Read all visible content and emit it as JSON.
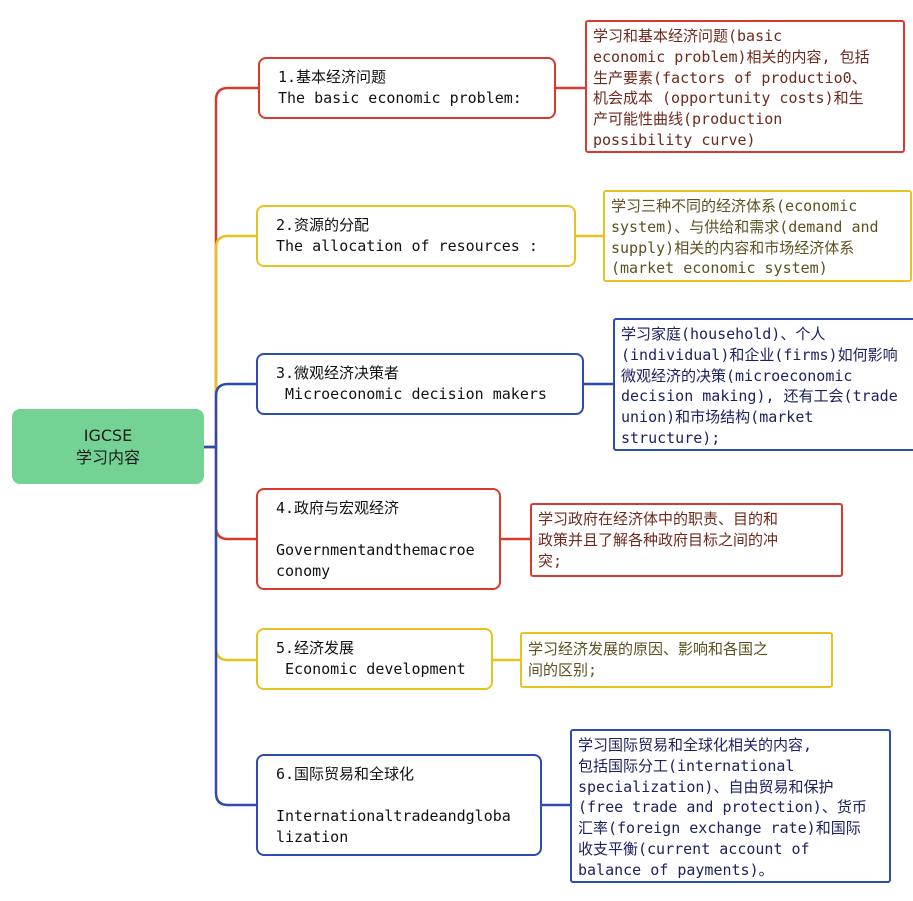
{
  "colors": {
    "root_fill": "#74d394",
    "red": "#d93a2f",
    "yellow": "#e8c21e",
    "blue": "#2c4bb3",
    "red_text": "#6e2a1c",
    "yellow_text": "#5e5020",
    "blue_text": "#1c2260",
    "node_text": "#111111"
  },
  "root": {
    "line1": "IGCSE",
    "line2": "学习内容"
  },
  "branches": [
    {
      "title": "1.基本经济问题",
      "english": [
        "The basic economic problem:"
      ],
      "desc": [
        "学习和基本经济问题(basic",
        "economic problem)相关的内容, 包括",
        "生产要素(factors of productio0、",
        "机会成本 (opportunity costs)和生",
        "产可能性曲线(production",
        "possibility curve)"
      ]
    },
    {
      "title": "2.资源的分配",
      "english": [
        "The allocation of resources :"
      ],
      "desc": [
        "学习三种不同的经济体系(economic",
        "system)、与供给和需求(demand and",
        "supply)相关的内容和市场经济体系",
        "(market economic system)"
      ]
    },
    {
      "title": "3.微观经济决策者",
      "english": [
        " Microeconomic decision makers"
      ],
      "desc": [
        "学习家庭(household)、个人",
        "(individual)和企业(firms)如何影响",
        "微观经济的决策(microeconomic",
        "decision making), 还有工会(trade",
        "union)和市场结构(market",
        "structure);"
      ]
    },
    {
      "title": "4.政府与宏观经济",
      "english": [
        "Governmentandthemacroe",
        "conomy"
      ],
      "desc": [
        "学习政府在经济体中的职责、目的和",
        "政策并且了解各种政府目标之间的冲",
        "突;"
      ]
    },
    {
      "title": "5.经济发展",
      "english": [
        " Economic development"
      ],
      "desc": [
        "学习经济发展的原因、影响和各国之",
        "间的区别;"
      ]
    },
    {
      "title": "6.国际贸易和全球化",
      "english": [
        "Internationaltradeandgloba",
        "lization"
      ],
      "desc": [
        "学习国际贸易和全球化相关的内容,",
        "包括国际分工(international",
        "specialization)、自由贸易和保护",
        "(free trade and protection)、货币",
        "汇率(foreign exchange rate)和国际",
        "收支平衡(current account of",
        "balance of payments)。"
      ]
    }
  ]
}
